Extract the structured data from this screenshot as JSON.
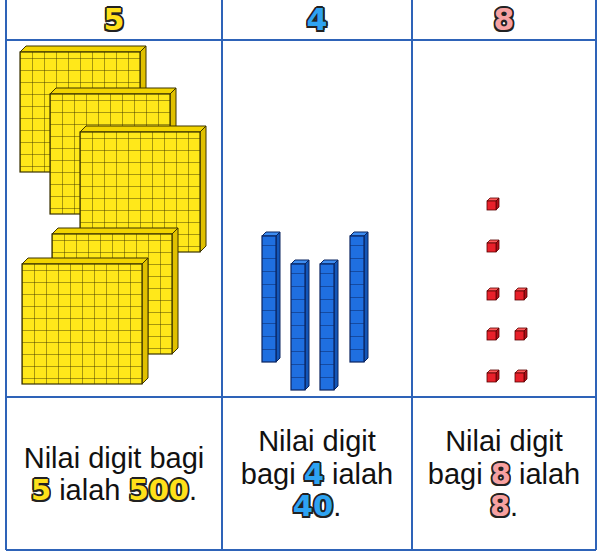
{
  "diagram": {
    "nodes": [
      {
        "text": [
          "5",
          "Nilai digit bagi 5 ialah 500."
        ]
      },
      {
        "text": [
          "4",
          "Nilai digit bagi 4 ialah 40."
        ]
      },
      {
        "text": [
          "8",
          "Nilai digit bagi 8 ialah 8."
        ]
      }
    ]
  }
}
